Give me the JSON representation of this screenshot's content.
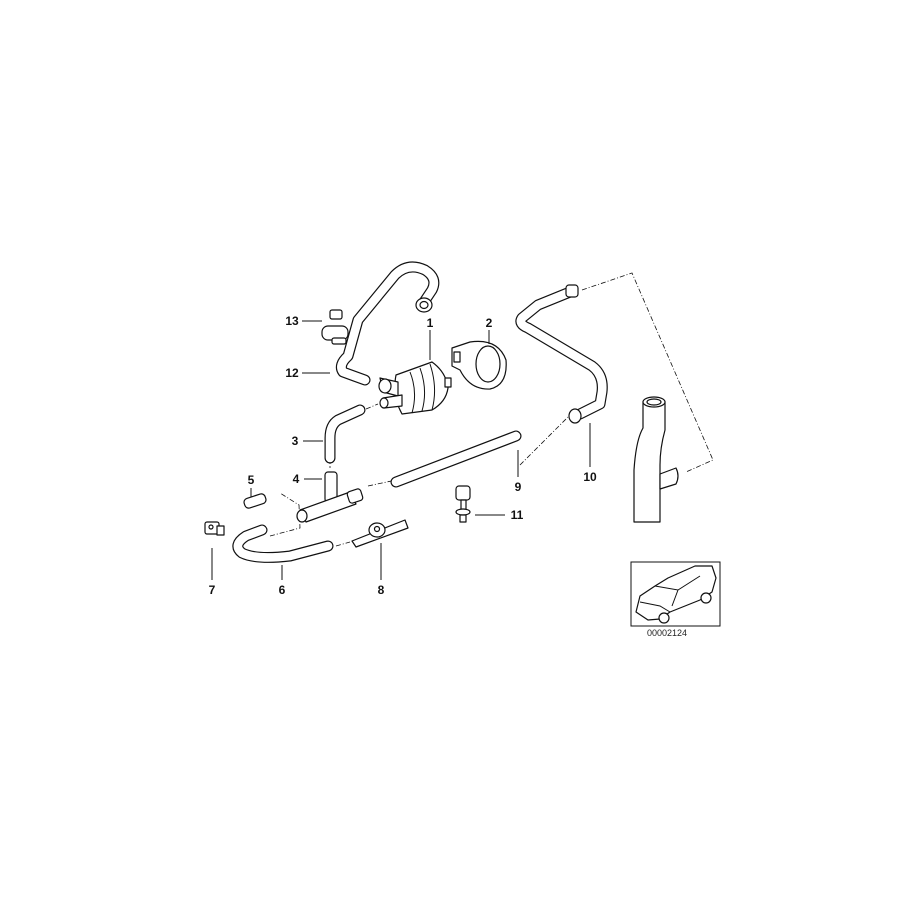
{
  "diagram": {
    "part_labels": [
      "1",
      "2",
      "3",
      "4",
      "5",
      "6",
      "7",
      "8",
      "9",
      "10",
      "11",
      "12",
      "13"
    ],
    "diagram_id": "00002124",
    "thumbnail": "car-overview-thumbnail"
  }
}
